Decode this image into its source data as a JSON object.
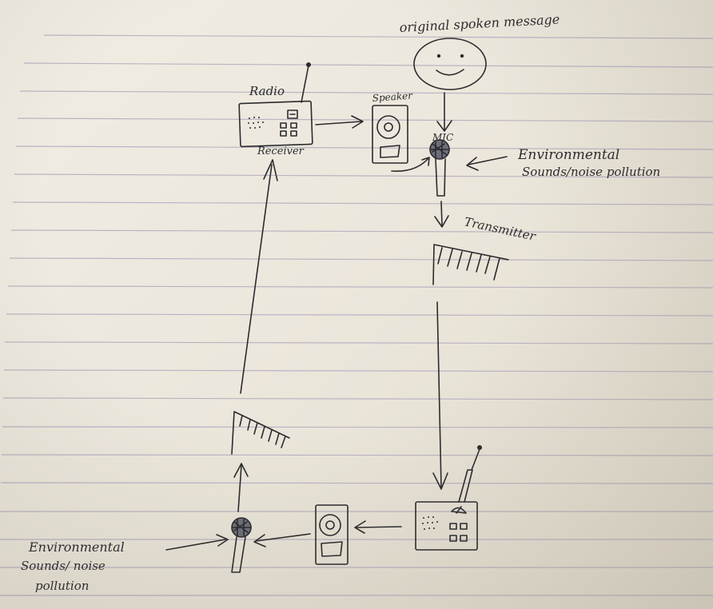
{
  "labels": {
    "original_message": "original spoken message",
    "radio": "Radio",
    "speaker": "Speaker",
    "receiver": "Receiver",
    "mic": "MIC",
    "environmental_top_1": "Environmental",
    "environmental_top_2": "Sounds/noise pollution",
    "transmitter": "Transmitter",
    "environmental_bottom_1": "Environmental",
    "environmental_bottom_2": "Sounds/ noise",
    "environmental_bottom_3": "pollution"
  },
  "colors": {
    "ink": "#2b2b2e",
    "paper": "#eee9df",
    "rule_lines": "#b9b4c2"
  },
  "icons": [
    "smiley-face-icon",
    "radio-icon",
    "speaker-icon",
    "microphone-icon",
    "antenna-icon"
  ]
}
